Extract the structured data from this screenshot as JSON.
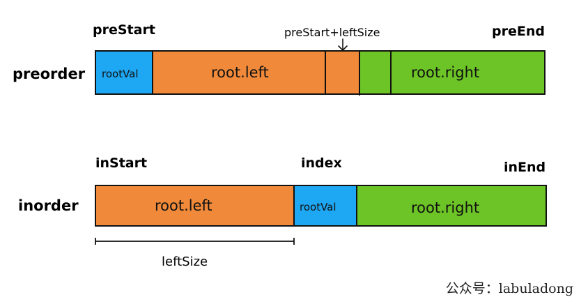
{
  "preorder": {
    "row_label": "preorder",
    "start_label": "preStart",
    "split_label": "preStart+leftSize",
    "end_label": "preEnd",
    "root_val": "rootVal",
    "left": "root.left",
    "right": "root.right"
  },
  "inorder": {
    "row_label": "inorder",
    "start_label": "inStart",
    "index_label": "index",
    "end_label": "inEnd",
    "root_val": "rootVal",
    "left": "root.left",
    "right": "root.right",
    "size_label": "leftSize"
  },
  "watermark": "公众号：labuladong",
  "colors": {
    "root": "#1ea7f2",
    "left": "#f08a3a",
    "right": "#6cc426",
    "outline": "#111111"
  }
}
